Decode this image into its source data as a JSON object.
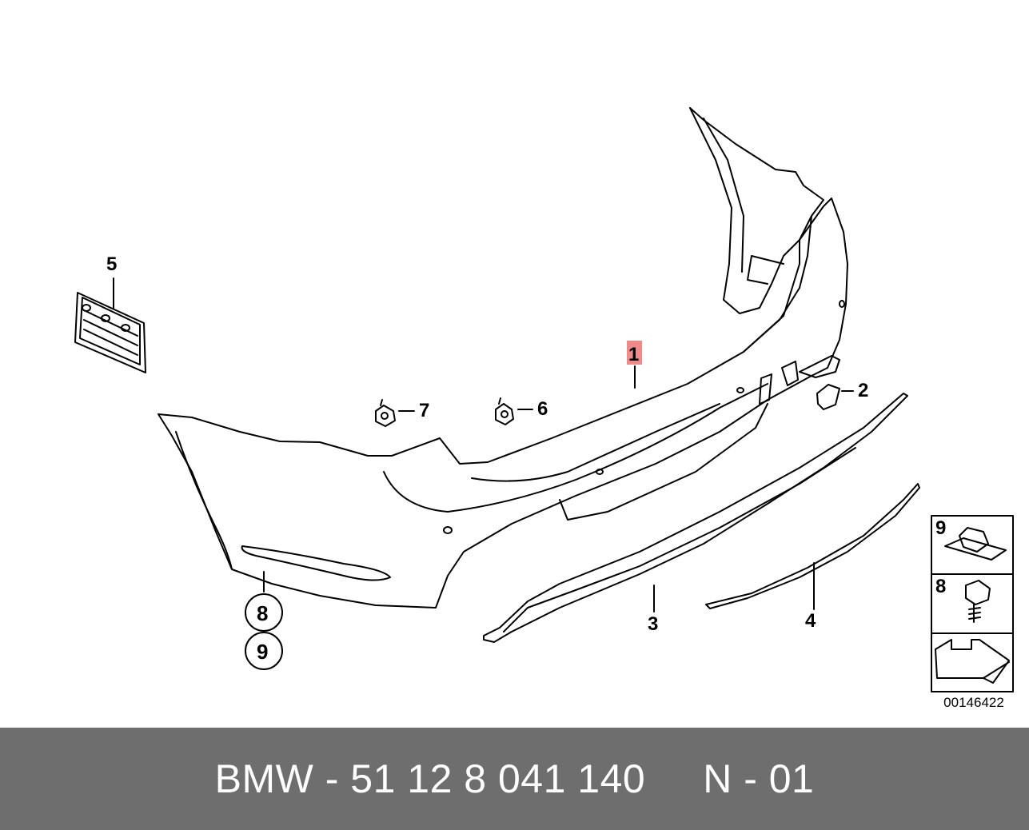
{
  "diagram": {
    "diagram_id": "00146422",
    "highlight_color": "#f08a8a",
    "callouts": {
      "c1": "1",
      "c2": "2",
      "c3": "3",
      "c4": "4",
      "c5": "5",
      "c6": "6",
      "c7": "7",
      "c8": "8",
      "c9": "9"
    },
    "legend": {
      "row9": "9",
      "row8": "8"
    }
  },
  "footer": {
    "brand": "BMW",
    "separator": "-",
    "part_number": "51 12 8 041 140",
    "variant": "N - 01",
    "background_color": "#6e6e6e"
  }
}
